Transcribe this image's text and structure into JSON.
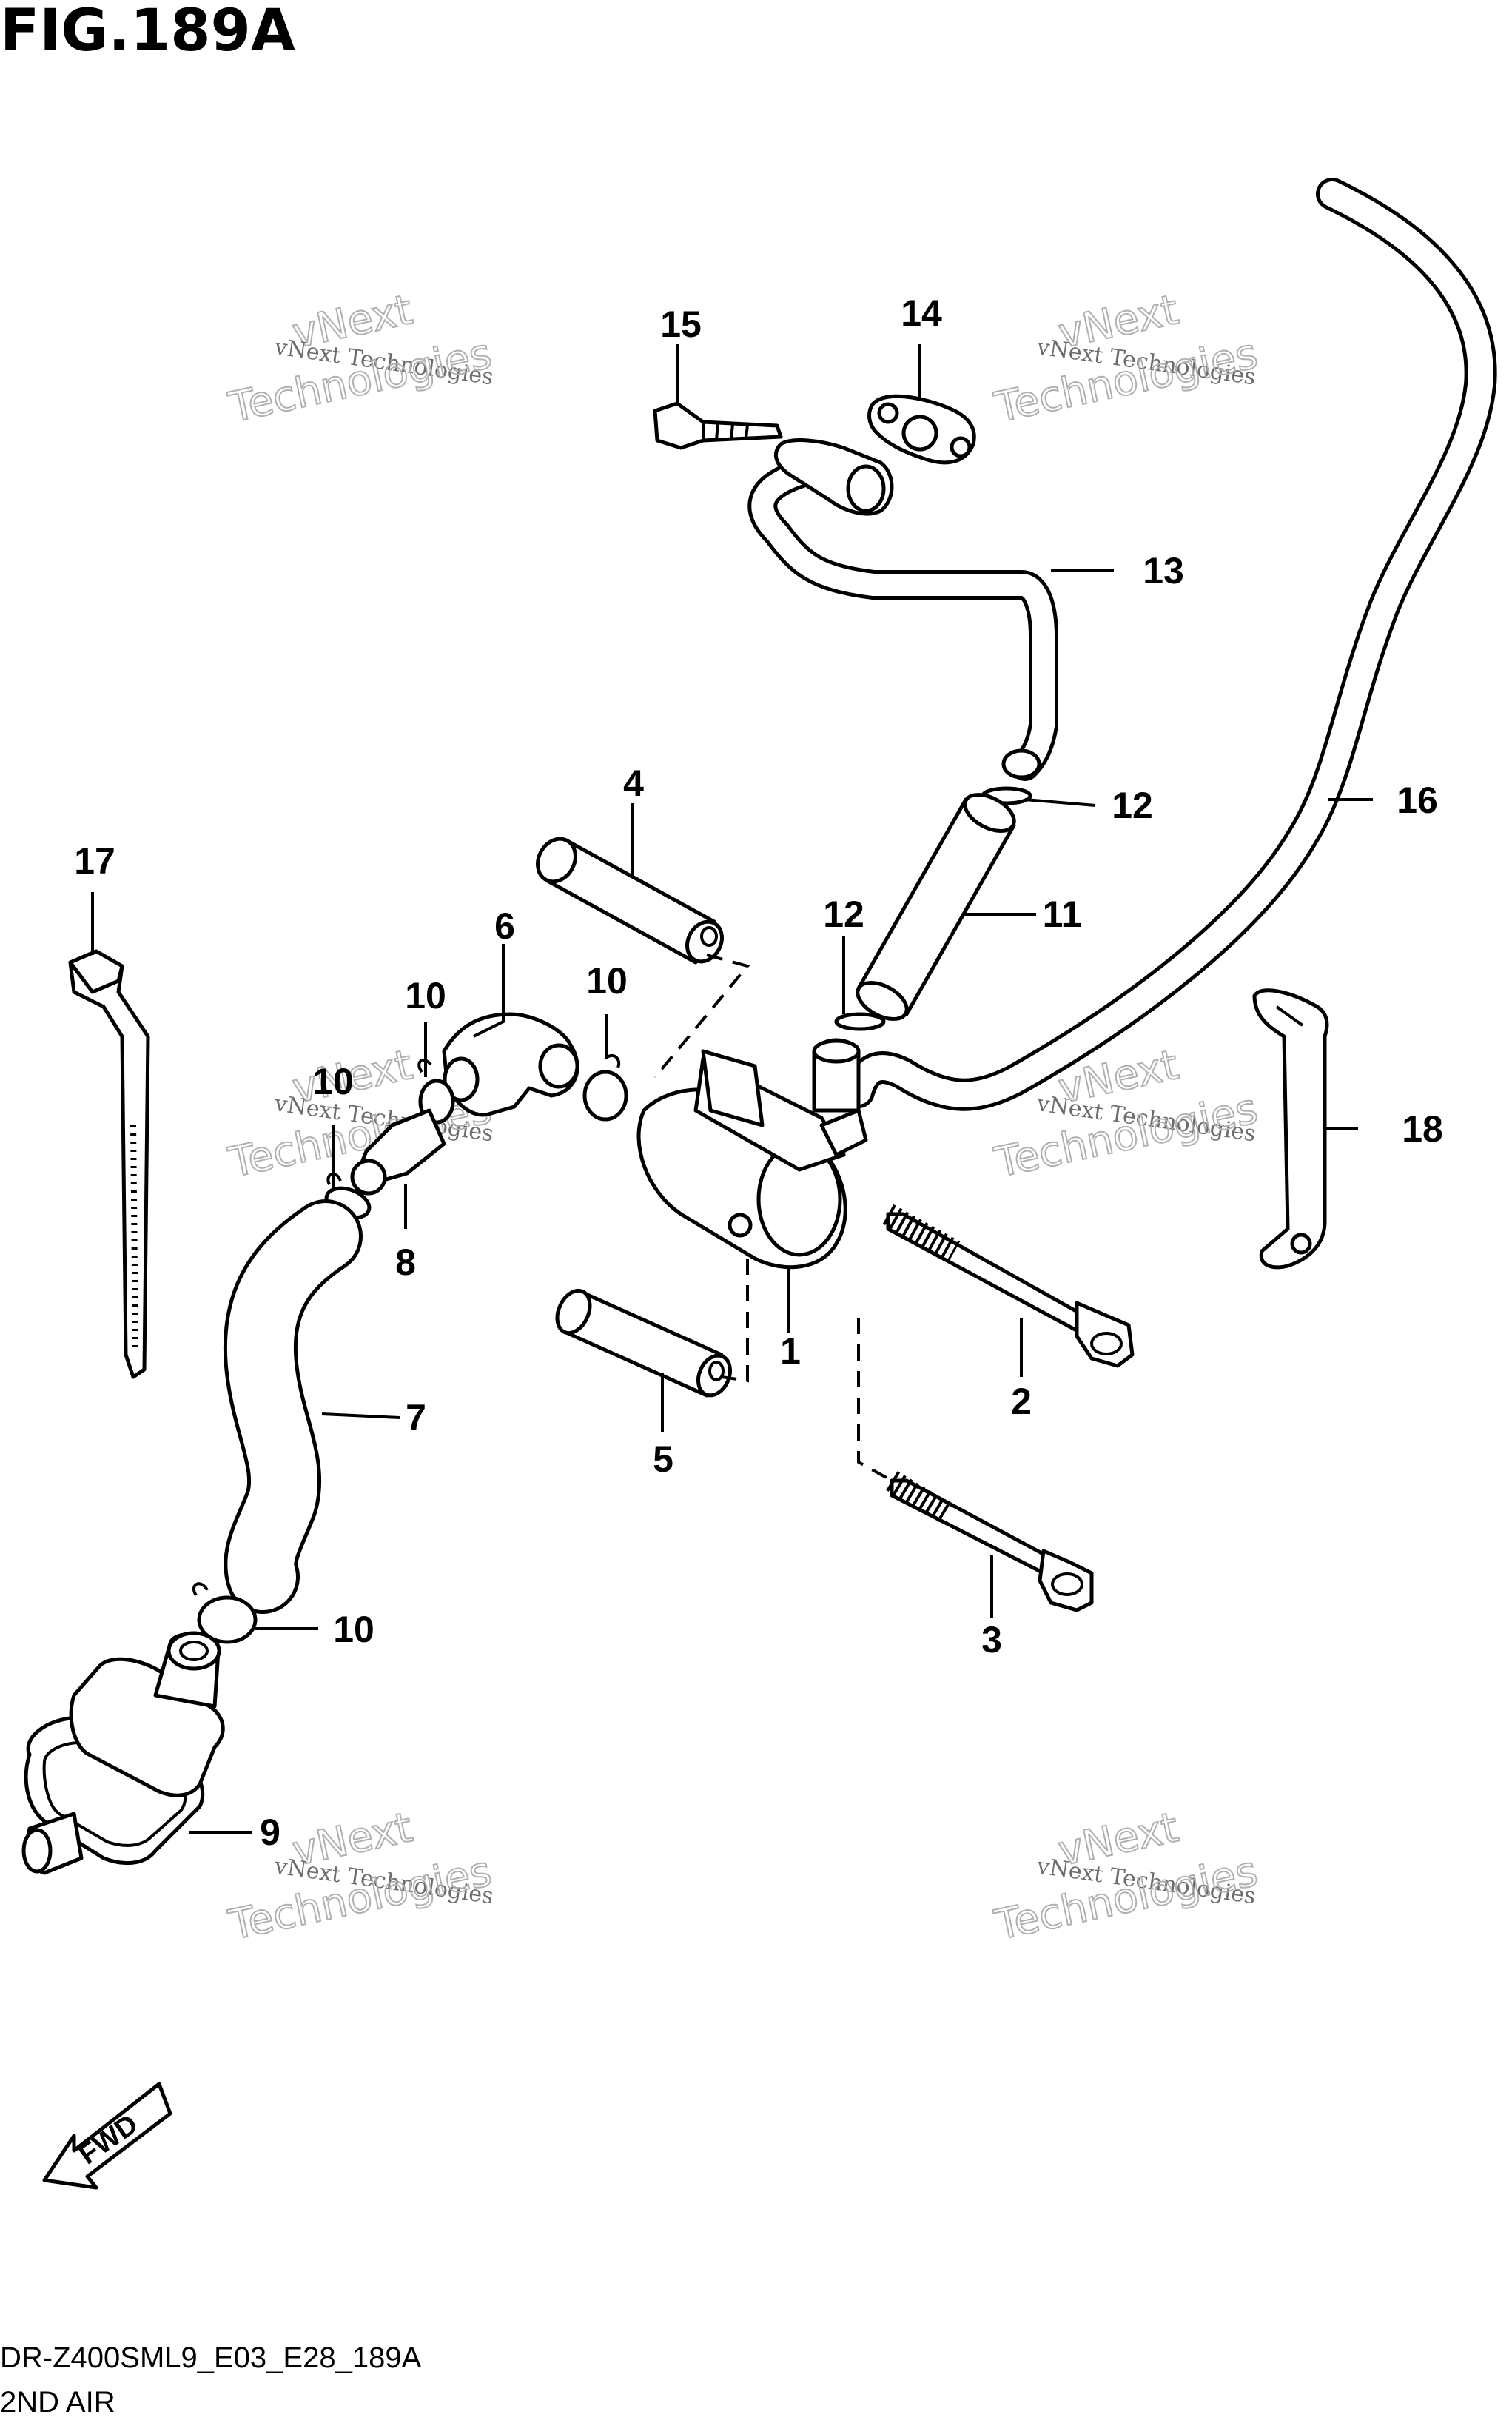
{
  "figure": {
    "title": "FIG.189A",
    "code": "DR-Z400SML9_E03_E28_189A",
    "subtitle": "2ND AIR",
    "fwd_label": "FWD"
  },
  "watermark": {
    "line1": "vNext",
    "line2": "vNext Technologies",
    "line3": "Technologies"
  },
  "callouts": [
    {
      "id": "c1",
      "label": "1"
    },
    {
      "id": "c2",
      "label": "2"
    },
    {
      "id": "c3",
      "label": "3"
    },
    {
      "id": "c4",
      "label": "4"
    },
    {
      "id": "c5",
      "label": "5"
    },
    {
      "id": "c6",
      "label": "6"
    },
    {
      "id": "c7",
      "label": "7"
    },
    {
      "id": "c8",
      "label": "8"
    },
    {
      "id": "c9",
      "label": "9"
    },
    {
      "id": "c10a",
      "label": "10"
    },
    {
      "id": "c10b",
      "label": "10"
    },
    {
      "id": "c10c",
      "label": "10"
    },
    {
      "id": "c10d",
      "label": "10"
    },
    {
      "id": "c11",
      "label": "11"
    },
    {
      "id": "c12a",
      "label": "12"
    },
    {
      "id": "c12b",
      "label": "12"
    },
    {
      "id": "c13",
      "label": "13"
    },
    {
      "id": "c14",
      "label": "14"
    },
    {
      "id": "c15",
      "label": "15"
    },
    {
      "id": "c16",
      "label": "16"
    },
    {
      "id": "c17",
      "label": "17"
    },
    {
      "id": "c18",
      "label": "18"
    }
  ]
}
